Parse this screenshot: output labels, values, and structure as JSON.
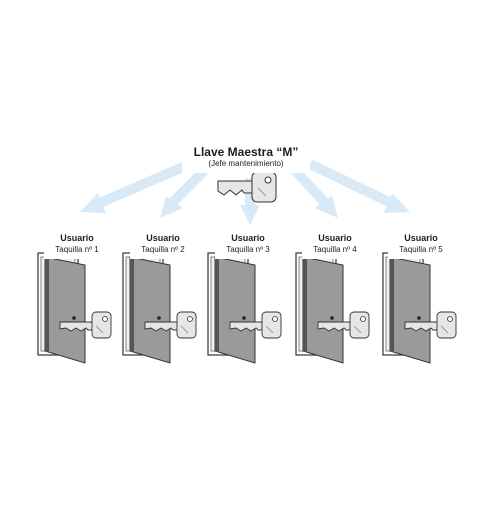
{
  "master": {
    "title": "Llave Maestra “M”",
    "subtitle": "(Jefe mantenimiento)"
  },
  "lockers": [
    {
      "title": "Usuario",
      "subtitle": "Taquilla nº 1"
    },
    {
      "title": "Usuario",
      "subtitle": "Taquilla nº 2"
    },
    {
      "title": "Usuario",
      "subtitle": "Taquilla nº 3"
    },
    {
      "title": "Usuario",
      "subtitle": "Taquilla nº 4"
    },
    {
      "title": "Usuario",
      "subtitle": "Taquilla nº 5"
    }
  ],
  "colors": {
    "arrow": "#d8e9f7",
    "door": "#9a9a9a",
    "door_dark": "#555555",
    "key": "#e6e6e6",
    "outline": "#333333",
    "label_text": "#1e1e1e"
  }
}
